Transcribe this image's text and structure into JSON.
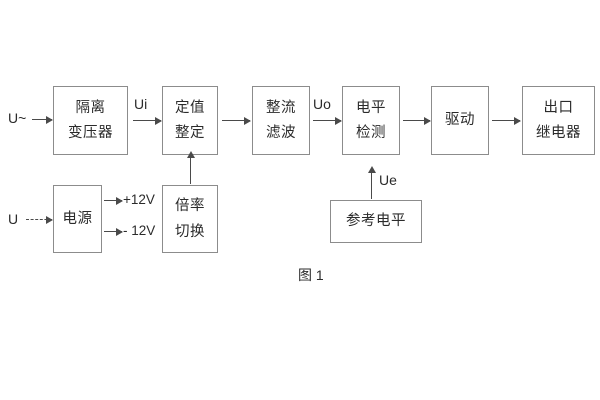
{
  "figure": {
    "caption": "图 1",
    "background_color": "#ffffff",
    "box_border_color": "#8c8c8c",
    "line_color": "#4a4a4a",
    "text_color": "#2b2b2b"
  },
  "blocks": [
    {
      "id": "isolation-transformer",
      "line1": "隔离",
      "line2": "变压器"
    },
    {
      "id": "setting-value",
      "line1": "定值",
      "line2": "整定"
    },
    {
      "id": "rectify-filter",
      "line1": "整流",
      "line2": "滤波"
    },
    {
      "id": "level-detect",
      "line1": "电平",
      "line2": "检测"
    },
    {
      "id": "drive",
      "line1": "驱动",
      "line2": ""
    },
    {
      "id": "output-relay",
      "line1": "出口",
      "line2": "继电器"
    },
    {
      "id": "power-supply",
      "line1": "电源",
      "line2": ""
    },
    {
      "id": "multiplier-switch",
      "line1": "倍率",
      "line2": "切换"
    },
    {
      "id": "reference-level",
      "line1": "参考电平",
      "line2": ""
    }
  ],
  "labels": {
    "input_ac": "U~",
    "input_dc": "U",
    "ui": "Ui",
    "uo": "Uo",
    "ue": "Ue",
    "rail_positive": "+12V",
    "rail_negative": "- 12V"
  }
}
